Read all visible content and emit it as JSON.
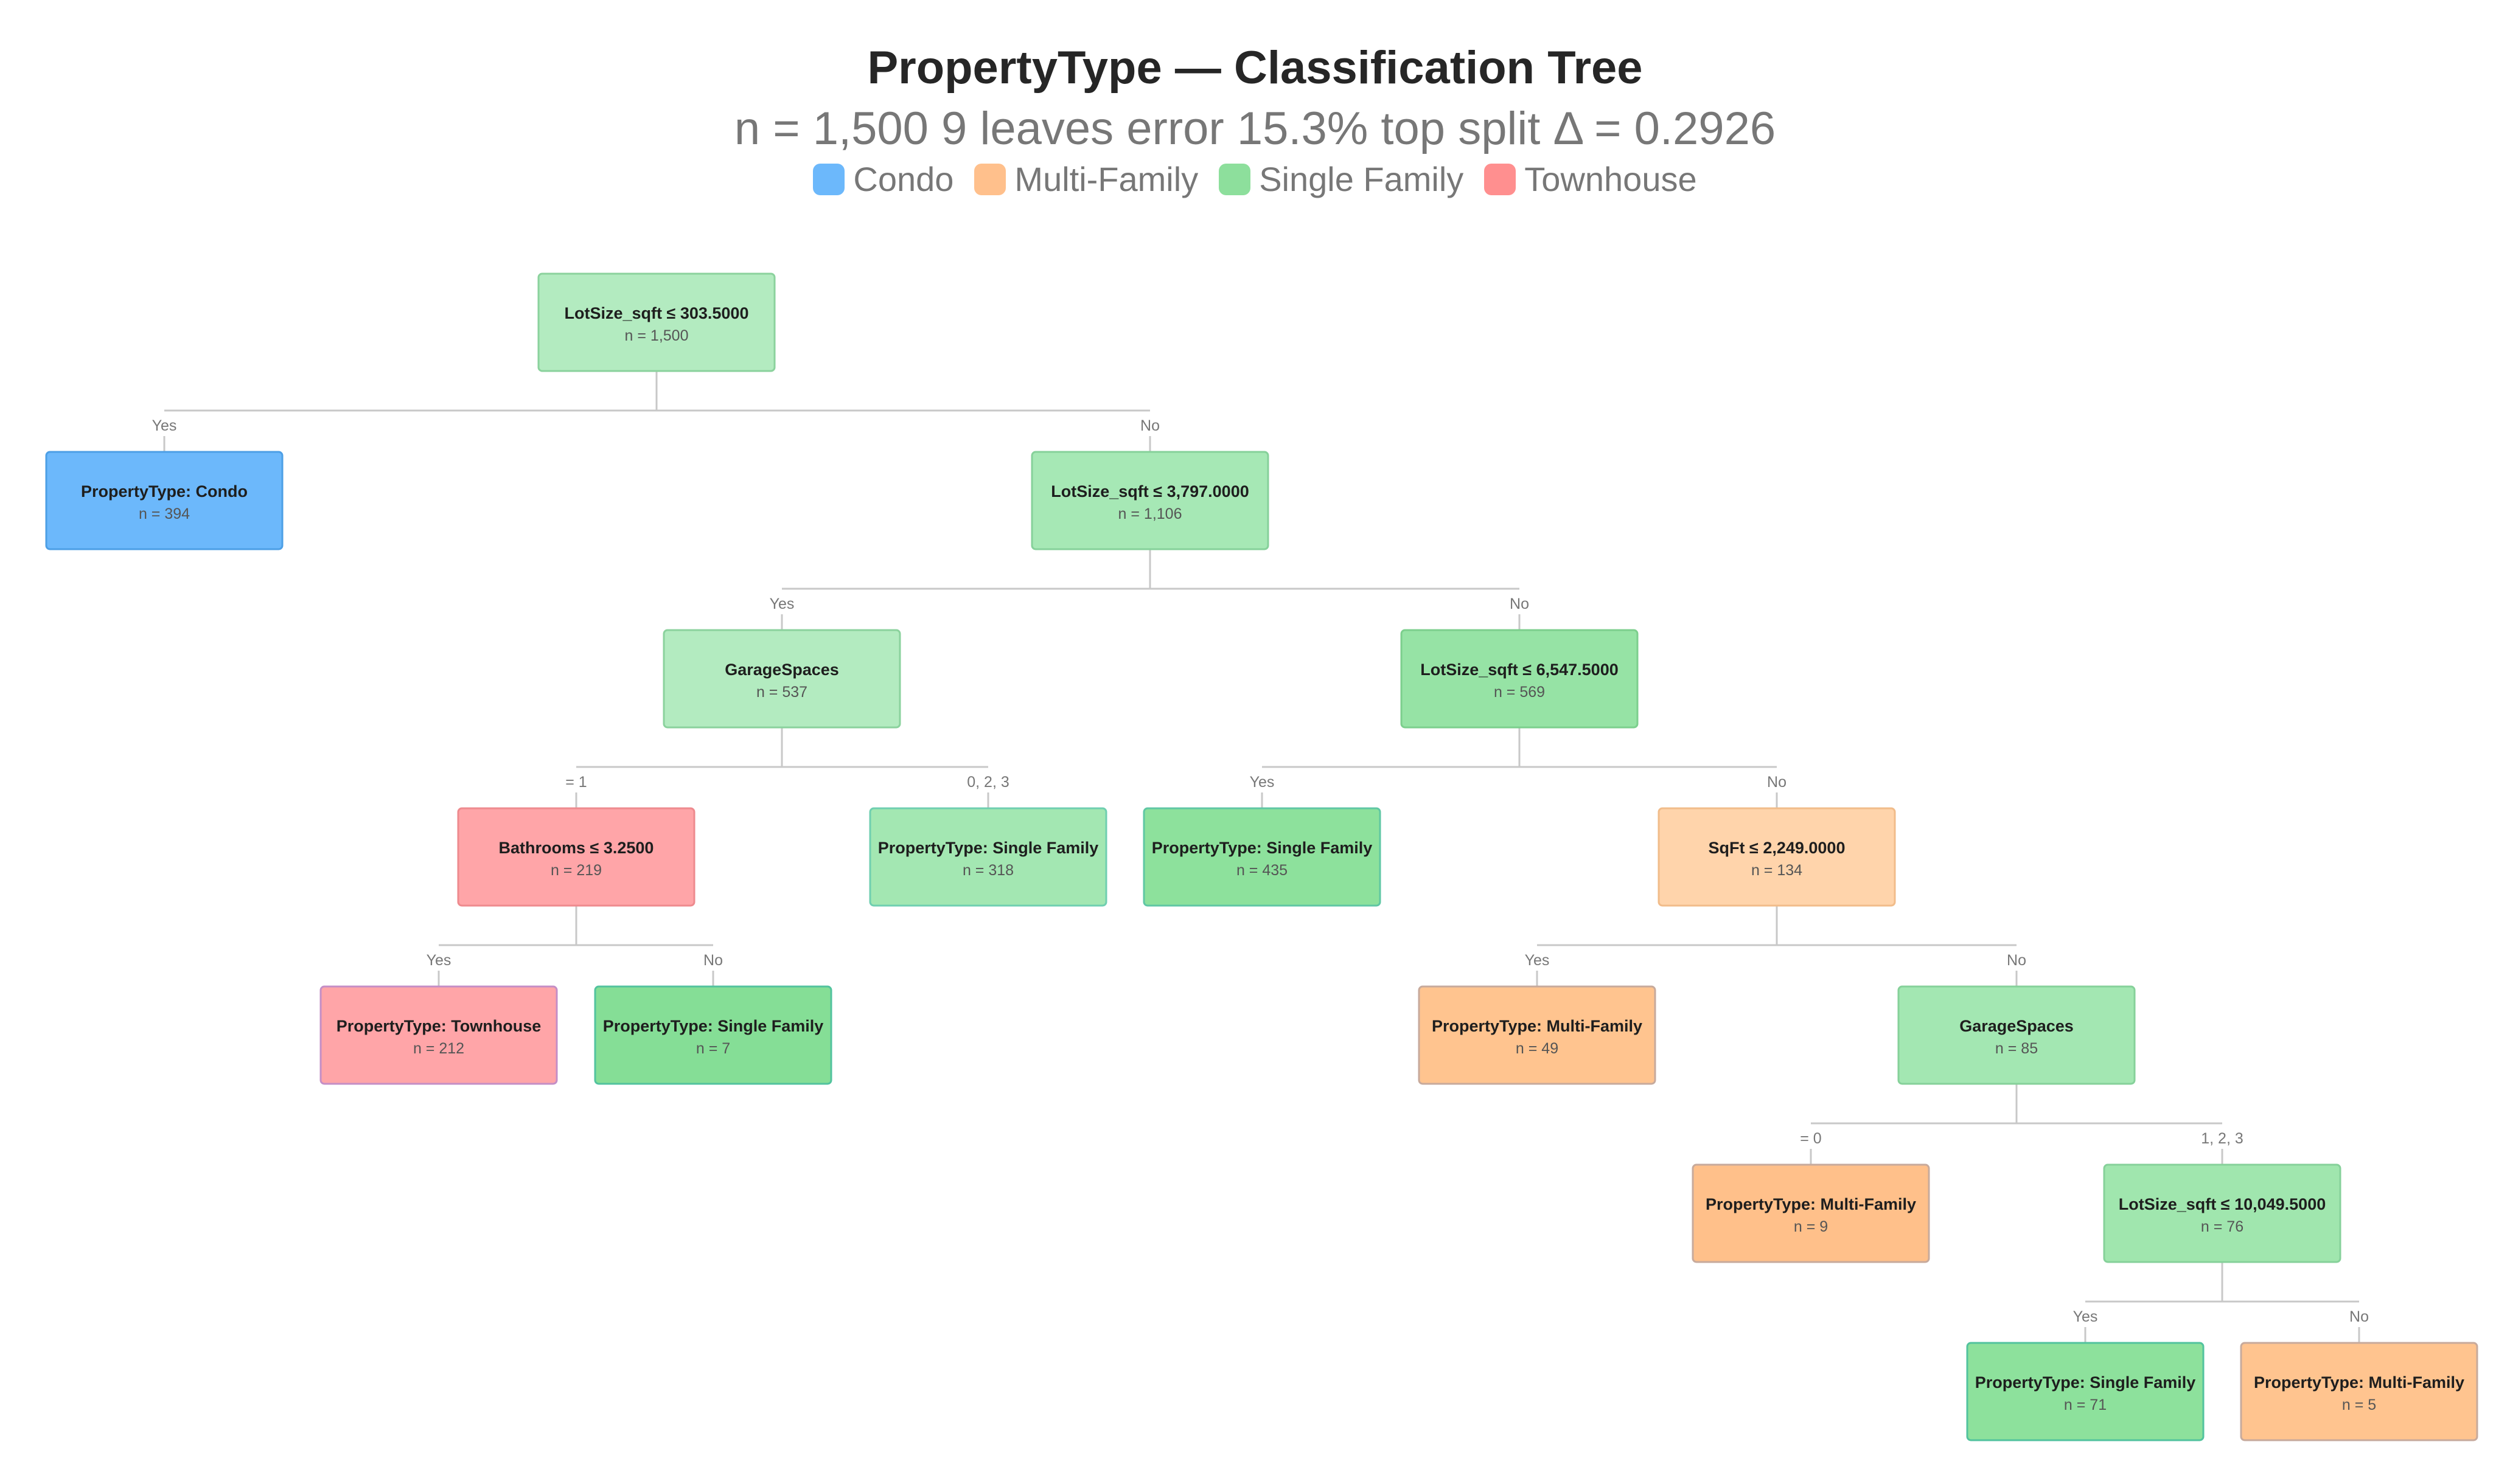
{
  "title": "PropertyType — Classification Tree",
  "subtitle": "n = 1,500  9 leaves  error 15.3%  top split Δ = 0.2926",
  "legend": [
    {
      "label": "Condo",
      "color": "#6cb8fb"
    },
    {
      "label": "Multi-Family",
      "color": "#ffc08c"
    },
    {
      "label": "Single Family",
      "color": "#8ddf9c"
    },
    {
      "label": "Townhouse",
      "color": "#ff8f8f"
    }
  ],
  "nodes": [
    {
      "id": "root",
      "label": "LotSize_sqft ≤ 303.5000",
      "n": "n = 1,500",
      "fill": "#b3ebc0",
      "stroke": "#8bd29d"
    },
    {
      "id": "condo_leaf",
      "label": "PropertyType: Condo",
      "n": "n = 394",
      "fill": "#6cb8fb",
      "stroke": "#4d9fe6"
    },
    {
      "id": "lot3797",
      "label": "LotSize_sqft ≤ 3,797.0000",
      "n": "n = 1,106",
      "fill": "#a6e8b5",
      "stroke": "#86d19a"
    },
    {
      "id": "garage1",
      "label": "GarageSpaces",
      "n": "n = 537",
      "fill": "#b3ebc0",
      "stroke": "#8bd29d"
    },
    {
      "id": "lot6547",
      "label": "LotSize_sqft ≤ 6,547.5000",
      "n": "n = 569",
      "fill": "#96e3a5",
      "stroke": "#7ccf8d"
    },
    {
      "id": "bath",
      "label": "Bathrooms ≤ 3.2500",
      "n": "n = 219",
      "fill": "#ffa5a8",
      "stroke": "#ee8a8e"
    },
    {
      "id": "sf318",
      "label": "PropertyType: Single Family",
      "n": "n = 318",
      "fill": "#a3e7b2",
      "stroke": "#6fcfb0"
    },
    {
      "id": "sf435",
      "label": "PropertyType: Single Family",
      "n": "n = 435",
      "fill": "#8de19c",
      "stroke": "#5fc7a4"
    },
    {
      "id": "sqft",
      "label": "SqFt ≤ 2,249.0000",
      "n": "n = 134",
      "fill": "#ffd4ab",
      "stroke": "#f1bc8a"
    },
    {
      "id": "th212",
      "label": "PropertyType: Townhouse",
      "n": "n = 212",
      "fill": "#ffa5a8",
      "stroke": "#c48ec6"
    },
    {
      "id": "sf7",
      "label": "PropertyType: Single Family",
      "n": "n = 7",
      "fill": "#85de96",
      "stroke": "#52c39e"
    },
    {
      "id": "mf49",
      "label": "PropertyType: Multi-Family",
      "n": "n = 49",
      "fill": "#ffc48f",
      "stroke": "#c7aa9c"
    },
    {
      "id": "garage2",
      "label": "GarageSpaces",
      "n": "n = 85",
      "fill": "#a3e7b2",
      "stroke": "#86d19a"
    },
    {
      "id": "mf9",
      "label": "PropertyType: Multi-Family",
      "n": "n = 9",
      "fill": "#ffc08a",
      "stroke": "#c7aa9c"
    },
    {
      "id": "lot10049",
      "label": "LotSize_sqft ≤ 10,049.5000",
      "n": "n = 76",
      "fill": "#a0e6ae",
      "stroke": "#86d19a"
    },
    {
      "id": "sf71",
      "label": "PropertyType: Single Family",
      "n": "n = 71",
      "fill": "#8de19c",
      "stroke": "#52c39e"
    },
    {
      "id": "mf5",
      "label": "PropertyType: Multi-Family",
      "n": "n = 5",
      "fill": "#ffc48f",
      "stroke": "#c7aa9c"
    }
  ],
  "edges": [
    {
      "parent": "root",
      "child": "condo_leaf",
      "label": "Yes"
    },
    {
      "parent": "root",
      "child": "lot3797",
      "label": "No"
    },
    {
      "parent": "lot3797",
      "child": "garage1",
      "label": "Yes"
    },
    {
      "parent": "lot3797",
      "child": "lot6547",
      "label": "No"
    },
    {
      "parent": "garage1",
      "child": "bath",
      "label": "= 1"
    },
    {
      "parent": "garage1",
      "child": "sf318",
      "label": "0, 2, 3"
    },
    {
      "parent": "lot6547",
      "child": "sf435",
      "label": "Yes"
    },
    {
      "parent": "lot6547",
      "child": "sqft",
      "label": "No"
    },
    {
      "parent": "bath",
      "child": "th212",
      "label": "Yes"
    },
    {
      "parent": "bath",
      "child": "sf7",
      "label": "No"
    },
    {
      "parent": "sqft",
      "child": "mf49",
      "label": "Yes"
    },
    {
      "parent": "sqft",
      "child": "garage2",
      "label": "No"
    },
    {
      "parent": "garage2",
      "child": "mf9",
      "label": "= 0"
    },
    {
      "parent": "garage2",
      "child": "lot10049",
      "label": "1, 2, 3"
    },
    {
      "parent": "lot10049",
      "child": "sf71",
      "label": "Yes"
    },
    {
      "parent": "lot10049",
      "child": "mf5",
      "label": "No"
    }
  ]
}
